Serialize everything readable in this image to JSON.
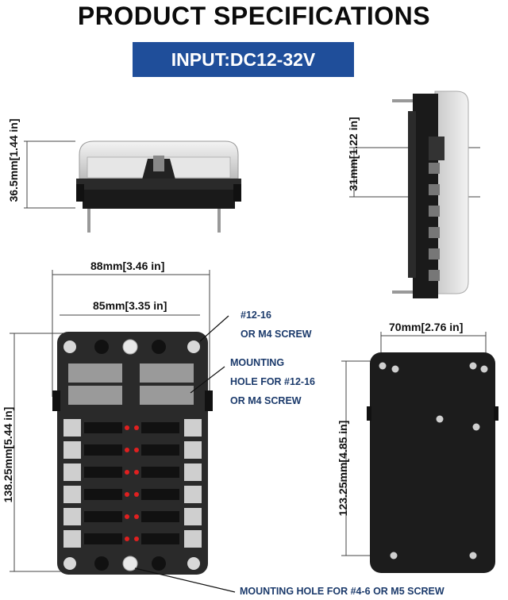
{
  "header": {
    "title": "PRODUCT SPECIFICATIONS",
    "input_label": "INPUT:DC12-32V"
  },
  "dimensions": {
    "front_height": "36.5mm[1.44 in]",
    "side_height": "31mm[1.22 in]",
    "outer_width": "88mm[3.46 in]",
    "inner_width": "85mm[3.35 in]",
    "total_height": "138.25mm[5.44 in]",
    "back_width": "70mm[2.76 in]",
    "back_height": "123.25mm[4.85 in]"
  },
  "notes": {
    "screw_line1": "#12-16",
    "screw_line2": "OR M4 SCREW",
    "mount_line1": "MOUNTING",
    "mount_line2": "HOLE FOR #12-16",
    "mount_line3": "OR M4 SCREW",
    "bottom_mount": "MOUNTING HOLE FOR #4-6 OR M5 SCREW"
  },
  "colors": {
    "badge": "#1f4e9a",
    "body": "#1a1a1a",
    "cover": "#dcdcdc",
    "fuse_led": "#e02020",
    "note_text": "#1b3a6b"
  }
}
